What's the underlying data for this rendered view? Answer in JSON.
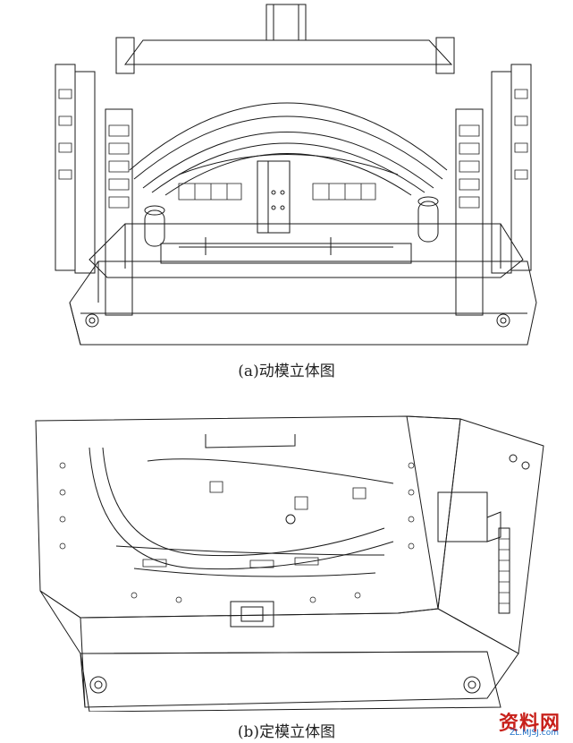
{
  "figures": [
    {
      "caption": "(a)动模立体图"
    },
    {
      "caption": "(b)定模立体图"
    }
  ],
  "watermark": {
    "text": "资料网",
    "sub": "ZL.MJSJ.com"
  }
}
